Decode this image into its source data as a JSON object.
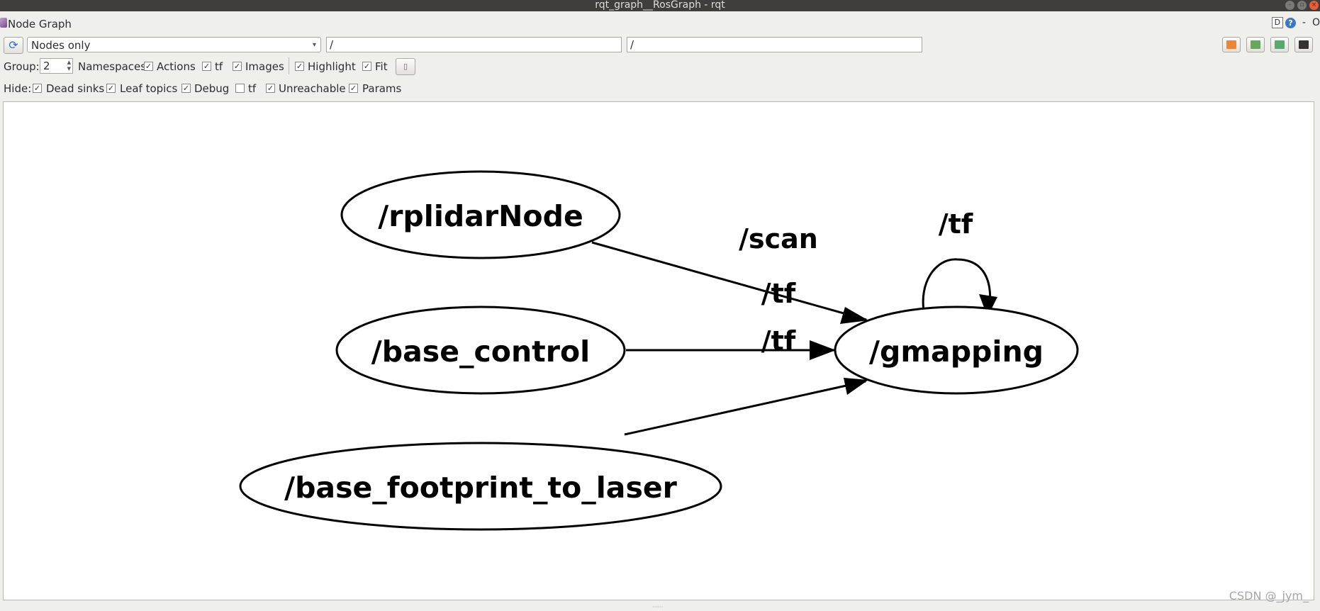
{
  "window": {
    "title": "rqt_graph__RosGraph - rqt",
    "minimize_glyph": "–",
    "maximize_glyph": "▫",
    "close_glyph": "×"
  },
  "plugin": {
    "title": "Node Graph",
    "dock_glyph": "D",
    "help_glyph": "?",
    "dash": "-",
    "close_glyph": "O"
  },
  "toolbar": {
    "refresh_glyph": "⟳",
    "graph_mode": "Nodes only",
    "node_filter": "/",
    "topic_filter": "/",
    "combo_arrow": "▾"
  },
  "options": {
    "group_label": "Group:",
    "group_value": "2",
    "spin_up": "▲",
    "spin_down": "▼",
    "items": [
      {
        "label": "Namespaces",
        "checked": true
      },
      {
        "label": "Actions",
        "checked": true
      },
      {
        "label": "tf",
        "checked": true
      },
      {
        "label": "Images",
        "checked": true
      },
      {
        "label": "Highlight",
        "checked": true
      },
      {
        "label": "Fit",
        "checked": true
      }
    ],
    "fit_button_glyph": "▯"
  },
  "hide": {
    "label": "Hide:",
    "items": [
      {
        "label": "Dead sinks",
        "checked": true
      },
      {
        "label": "Leaf topics",
        "checked": true
      },
      {
        "label": "Debug",
        "checked": true
      },
      {
        "label": "tf",
        "checked": false
      },
      {
        "label": "Unreachable",
        "checked": true
      },
      {
        "label": "Params",
        "checked": true
      }
    ],
    "check_glyph": "✓"
  },
  "graph": {
    "nodes": [
      {
        "id": "rplidar",
        "label": "/rplidarNode"
      },
      {
        "id": "base_control",
        "label": "/base_control"
      },
      {
        "id": "footprint",
        "label": "/base_footprint_to_laser"
      },
      {
        "id": "gmapping",
        "label": "/gmapping"
      }
    ],
    "edges": [
      {
        "from": "rplidar",
        "to": "gmapping",
        "label": "/scan"
      },
      {
        "from": "base_control",
        "to": "gmapping",
        "label": "/tf"
      },
      {
        "from": "footprint",
        "to": "gmapping",
        "label": "/tf"
      },
      {
        "from": "gmapping",
        "to": "gmapping",
        "label": "/tf"
      }
    ]
  },
  "watermark": "CSDN @_jym_"
}
